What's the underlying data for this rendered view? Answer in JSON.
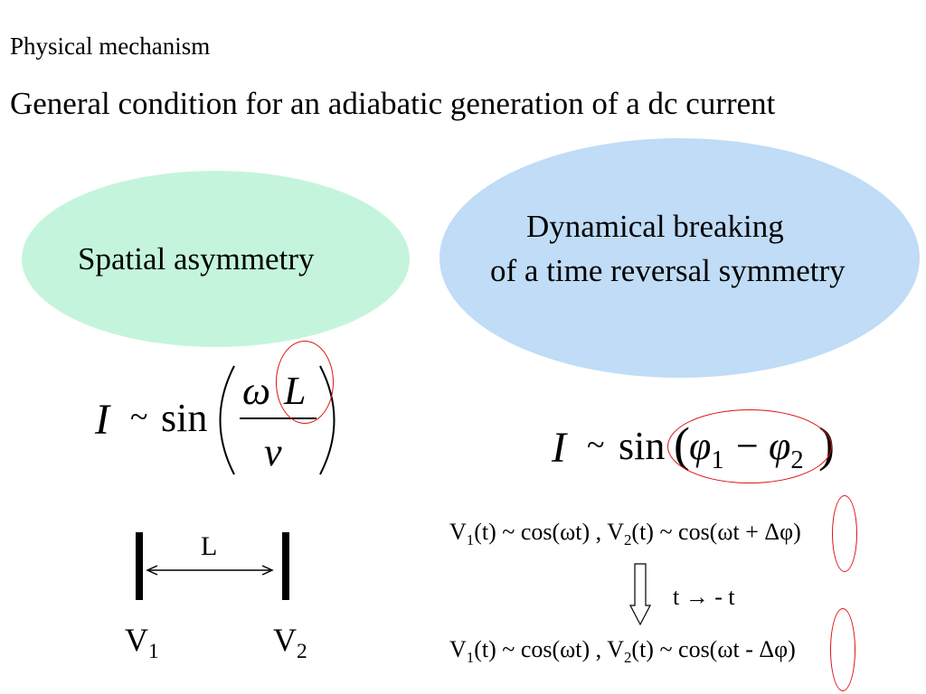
{
  "slide": {
    "title": "Physical mechanism",
    "subtitle": "General condition for an adiabatic generation of a dc current",
    "colors": {
      "green_ellipse": "#c4f5dc",
      "blue_ellipse": "#c0dcf6",
      "highlight_ring": "#e01010"
    }
  },
  "left": {
    "ellipse_label": "Spatial asymmetry",
    "formula": {
      "lhs": "I",
      "tilde": "~",
      "func": "sin",
      "numerator_a": "ω",
      "numerator_b": "L",
      "denominator": "v"
    },
    "diagram": {
      "distance_label": "L",
      "v1_base": "V",
      "v1_sub": "1",
      "v2_base": "V",
      "v2_sub": "2"
    }
  },
  "right": {
    "ellipse_line1": "Dynamical breaking",
    "ellipse_line2": "of a time reversal symmetry",
    "formula": {
      "lhs": "I",
      "tilde": "~",
      "func": "sin",
      "open": "(",
      "phi1_base": "φ",
      "phi1_sub": "1",
      "minus": "−",
      "phi2_base": "φ",
      "phi2_sub": "2",
      "close": ")"
    },
    "eq1": {
      "v1": "V",
      "v1_sub": "1",
      "mid1": "(t) ~ cos(ωt) , ",
      "v2": "V",
      "v2_sub": "2",
      "mid2": "(t) ~ cos(ωt ",
      "sign": "+",
      "end": " Δφ)"
    },
    "transform": "t → - t",
    "eq2": {
      "v1": "V",
      "v1_sub": "1",
      "mid1": "(t) ~ cos(ωt) , ",
      "v2": "V",
      "v2_sub": "2",
      "mid2": "(t) ~ cos(ωt ",
      "sign": "-",
      "end": " Δφ)"
    }
  }
}
